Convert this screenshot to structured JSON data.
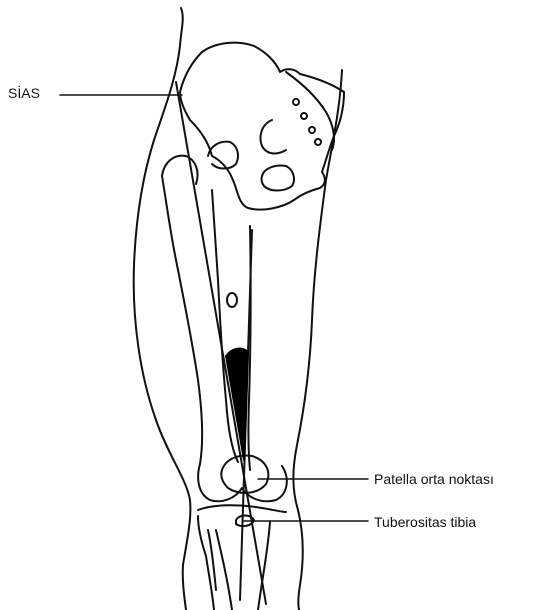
{
  "labels": {
    "sias": "SİAS",
    "patella": "Patella orta noktası",
    "tuberositas": "Tuberositas tibia"
  },
  "colors": {
    "ink": "#111111",
    "fill": "#000000",
    "background": "#ffffff"
  }
}
